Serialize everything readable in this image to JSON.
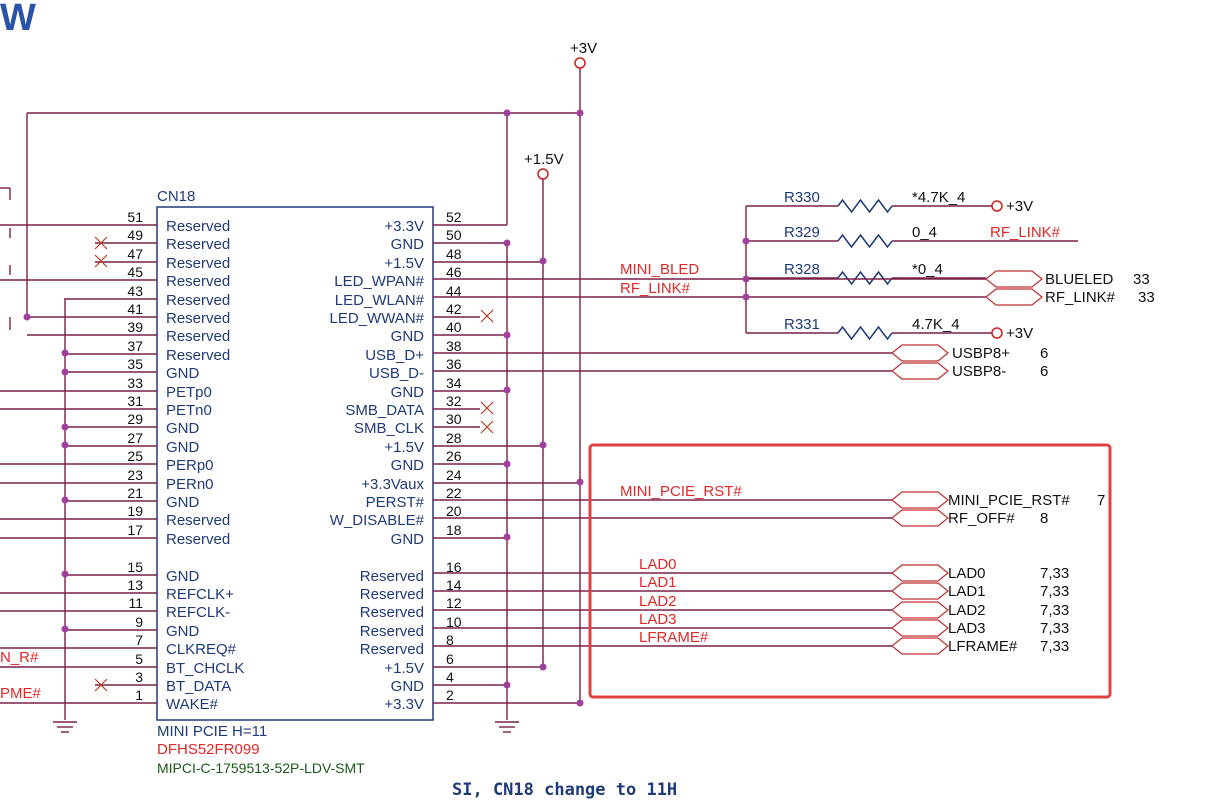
{
  "corner_text": "W",
  "component": {
    "ref": "CN18",
    "part": "MINI PCIE H=11",
    "code": "DFHS52FR099",
    "footprint": "MIPCI-C-1759513-52P-LDV-SMT"
  },
  "power_labels": {
    "p3v": "+3V",
    "p15v": "+1.5V"
  },
  "left_pins": [
    {
      "num": "51",
      "name": "Reserved"
    },
    {
      "num": "49",
      "name": "Reserved"
    },
    {
      "num": "47",
      "name": "Reserved"
    },
    {
      "num": "45",
      "name": "Reserved"
    },
    {
      "num": "43",
      "name": "Reserved"
    },
    {
      "num": "41",
      "name": "Reserved"
    },
    {
      "num": "39",
      "name": "Reserved"
    },
    {
      "num": "37",
      "name": "Reserved"
    },
    {
      "num": "35",
      "name": "GND"
    },
    {
      "num": "33",
      "name": "PETp0"
    },
    {
      "num": "31",
      "name": "PETn0"
    },
    {
      "num": "29",
      "name": "GND"
    },
    {
      "num": "27",
      "name": "GND"
    },
    {
      "num": "25",
      "name": "PERp0"
    },
    {
      "num": "23",
      "name": "PERn0"
    },
    {
      "num": "21",
      "name": "GND"
    },
    {
      "num": "19",
      "name": "Reserved"
    },
    {
      "num": "17",
      "name": "Reserved"
    },
    {
      "num": "15",
      "name": "GND"
    },
    {
      "num": "13",
      "name": "REFCLK+"
    },
    {
      "num": "11",
      "name": "REFCLK-"
    },
    {
      "num": "9",
      "name": "GND"
    },
    {
      "num": "7",
      "name": "CLKREQ#"
    },
    {
      "num": "5",
      "name": "BT_CHCLK"
    },
    {
      "num": "3",
      "name": "BT_DATA"
    },
    {
      "num": "1",
      "name": "WAKE#"
    }
  ],
  "right_pins": [
    {
      "num": "52",
      "name": "+3.3V"
    },
    {
      "num": "50",
      "name": "GND"
    },
    {
      "num": "48",
      "name": "+1.5V"
    },
    {
      "num": "46",
      "name": "LED_WPAN#"
    },
    {
      "num": "44",
      "name": "LED_WLAN#"
    },
    {
      "num": "42",
      "name": "LED_WWAN#"
    },
    {
      "num": "40",
      "name": "GND"
    },
    {
      "num": "38",
      "name": "USB_D+"
    },
    {
      "num": "36",
      "name": "USB_D-"
    },
    {
      "num": "34",
      "name": "GND"
    },
    {
      "num": "32",
      "name": "SMB_DATA"
    },
    {
      "num": "30",
      "name": "SMB_CLK"
    },
    {
      "num": "28",
      "name": "+1.5V"
    },
    {
      "num": "26",
      "name": "GND"
    },
    {
      "num": "24",
      "name": "+3.3Vaux"
    },
    {
      "num": "22",
      "name": "PERST#"
    },
    {
      "num": "20",
      "name": "W_DISABLE#"
    },
    {
      "num": "18",
      "name": "GND"
    },
    {
      "num": "16",
      "name": "Reserved"
    },
    {
      "num": "14",
      "name": "Reserved"
    },
    {
      "num": "12",
      "name": "Reserved"
    },
    {
      "num": "10",
      "name": "Reserved"
    },
    {
      "num": "8",
      "name": "Reserved"
    },
    {
      "num": "6",
      "name": "+1.5V"
    },
    {
      "num": "4",
      "name": "GND"
    },
    {
      "num": "2",
      "name": "+3.3V"
    }
  ],
  "left_net_labels": {
    "n_r": "N_R#",
    "pme": "PME#"
  },
  "resistors": [
    {
      "ref": "R330",
      "value": "*4.7K_4",
      "net": "+3V"
    },
    {
      "ref": "R329",
      "value": "0_4",
      "net": "RF_LINK#"
    },
    {
      "ref": "R328",
      "value": "*0_4",
      "net": ""
    },
    {
      "ref": "R331",
      "value": "4.7K_4",
      "net": "+3V"
    }
  ],
  "nets": {
    "mini_bled": "MINI_BLED",
    "rf_link": "RF_LINK#",
    "mini_pcie_rst": "MINI_PCIE_RST#"
  },
  "ports": [
    {
      "name": "BLUELED",
      "page": "33"
    },
    {
      "name": "RF_LINK#",
      "page": "33"
    },
    {
      "name": "USBP8+",
      "page": "6"
    },
    {
      "name": "USBP8-",
      "page": "6"
    },
    {
      "name": "MINI_PCIE_RST#",
      "page": "7"
    },
    {
      "name": "RF_OFF#",
      "page": "8"
    },
    {
      "name": "LAD0",
      "page": "7,33"
    },
    {
      "name": "LAD1",
      "page": "7,33"
    },
    {
      "name": "LAD2",
      "page": "7,33"
    },
    {
      "name": "LAD3",
      "page": "7,33"
    },
    {
      "name": "LFRAME#",
      "page": "7,33"
    }
  ],
  "lpc_nets": [
    "LAD0",
    "LAD1",
    "LAD2",
    "LAD3",
    "LFRAME#"
  ],
  "note": "SI, CN18 change to 11H",
  "highlight_color": "#e04040"
}
